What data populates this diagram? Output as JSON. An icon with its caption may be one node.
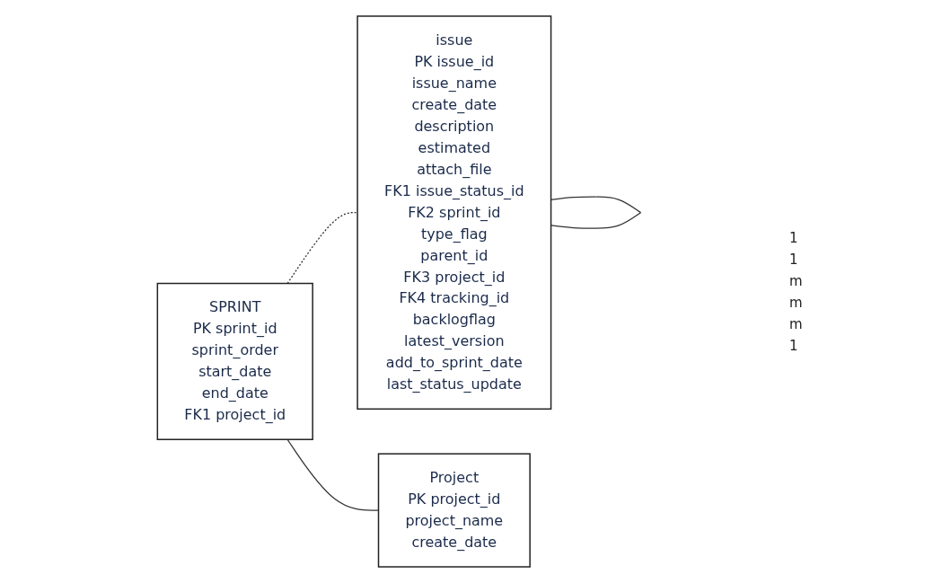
{
  "diagram": {
    "nodes": [
      {
        "text": [
          "SPRINT",
          "PK sprint_id",
          "sprint_order",
          "start_date",
          "end_date",
          "FK1 project_id"
        ]
      },
      {
        "text": [
          "issue",
          "PK issue_id",
          "issue_name",
          "create_date",
          "description",
          "estimated",
          "attach_file",
          "FK1 issue_status_id",
          "FK2 sprint_id",
          "type_flag",
          "parent_id",
          "FK3 project_id",
          "FK4 tracking_id",
          "backlogflag",
          "latest_version",
          "add_to_sprint_date",
          "last_status_update"
        ]
      },
      {
        "text": [
          "Project",
          "PK project_id",
          "project_name",
          "create_date"
        ]
      }
    ],
    "edges": [
      {
        "from": 0,
        "to": 1,
        "arrow": "none",
        "style": "dashed"
      },
      {
        "from": 0,
        "to": 2,
        "arrow": "none"
      },
      {
        "from": 1,
        "to": 1,
        "arrow": "none"
      }
    ],
    "labels": [
      "1",
      "1",
      "m",
      "m",
      "m",
      "1"
    ]
  }
}
